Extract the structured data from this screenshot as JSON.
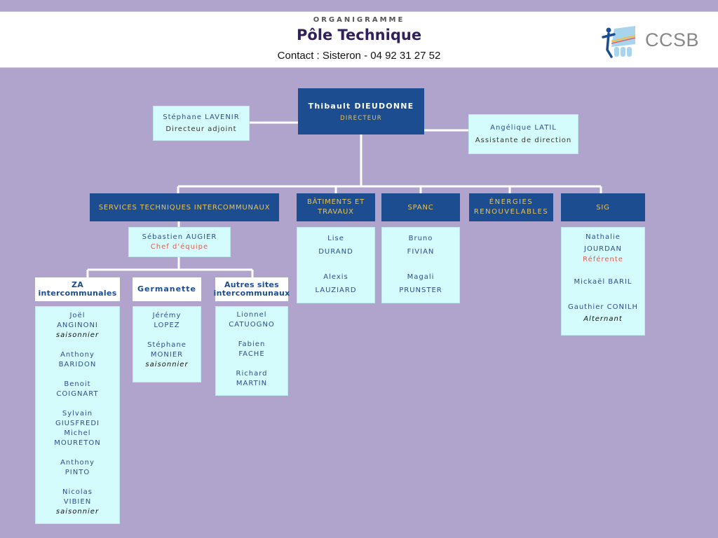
{
  "header": {
    "kicker": "ORGANIGRAMME",
    "title": "Pôle Technique",
    "contact": "Contact  : Sisteron - 04 92 31 27 52",
    "logo_text": "CCSB"
  },
  "director": {
    "name": "Thibault DIEUDONNE",
    "role": "DIRECTEUR"
  },
  "deputy": {
    "name": "Stéphane LAVENIR",
    "role": "Directeur adjoint"
  },
  "assistant": {
    "name": "Angélique LATIL",
    "role": "Assistante de direction"
  },
  "departments": [
    {
      "label": "SERVICES TECHNIQUES INTERCOMMUNAUX"
    },
    {
      "label_lines": [
        "BÂTIMENTS ET",
        "TRAVAUX"
      ]
    },
    {
      "label": "SPANC"
    },
    {
      "label_lines": [
        "ÉNERGIES",
        "RENOUVELABLES"
      ]
    },
    {
      "label": "SIG"
    }
  ],
  "team_lead": {
    "name": "Sébastien AUGIER",
    "role": "Chef d'équipe"
  },
  "sites": [
    {
      "label_lines": [
        "ZA",
        "intercommunales"
      ]
    },
    {
      "label": "Germanette"
    },
    {
      "label_lines": [
        "Autres sites",
        "intercommunaux"
      ]
    }
  ],
  "staff": {
    "za": [
      {
        "first": "Joël",
        "last": "ANGINONI",
        "note": "saisonnier"
      },
      {
        "first": "Anthony",
        "last": "BARIDON"
      },
      {
        "first": "Benoit",
        "last": "COIGNART"
      },
      {
        "first": "Sylvain",
        "last": "GIUSFREDI"
      },
      {
        "first": "Michel",
        "last": "MOURETON"
      },
      {
        "first": "Anthony",
        "last": "PINTO"
      },
      {
        "first": "Nicolas",
        "last": "VIBIEN",
        "note": "saisonnier"
      }
    ],
    "germanette": [
      {
        "first": "Jérémy",
        "last": "LOPEZ"
      },
      {
        "first": "Stéphane",
        "last": "MONIER",
        "note": "saisonnier"
      }
    ],
    "autres": [
      {
        "first": "Lionnel",
        "last": "CATUOGNO"
      },
      {
        "first": "Fabien",
        "last": "FACHE"
      },
      {
        "first": "Richard",
        "last": "MARTIN"
      }
    ],
    "batiments": [
      {
        "first": "Lise",
        "last": "DURAND"
      },
      {
        "first": "Alexis",
        "last": "LAUZIARD"
      }
    ],
    "spanc": [
      {
        "first": "Bruno",
        "last": "FIVIAN"
      },
      {
        "first": "Magali",
        "last": "PRUNSTER"
      }
    ],
    "sig": [
      {
        "first": "Nathalie",
        "last": "JOURDAN",
        "role": "Référente"
      },
      {
        "name": "Mickaël BARIL"
      },
      {
        "name": "Gauthier CONILH",
        "note": "Alternant"
      }
    ]
  },
  "colors": {
    "background": "#b0a4cc",
    "dark_box": "#1b4d90",
    "gold_text": "#e8c35a",
    "light_box": "#d4fcfc",
    "title": "#33205a",
    "red_role": "#e05a50"
  }
}
